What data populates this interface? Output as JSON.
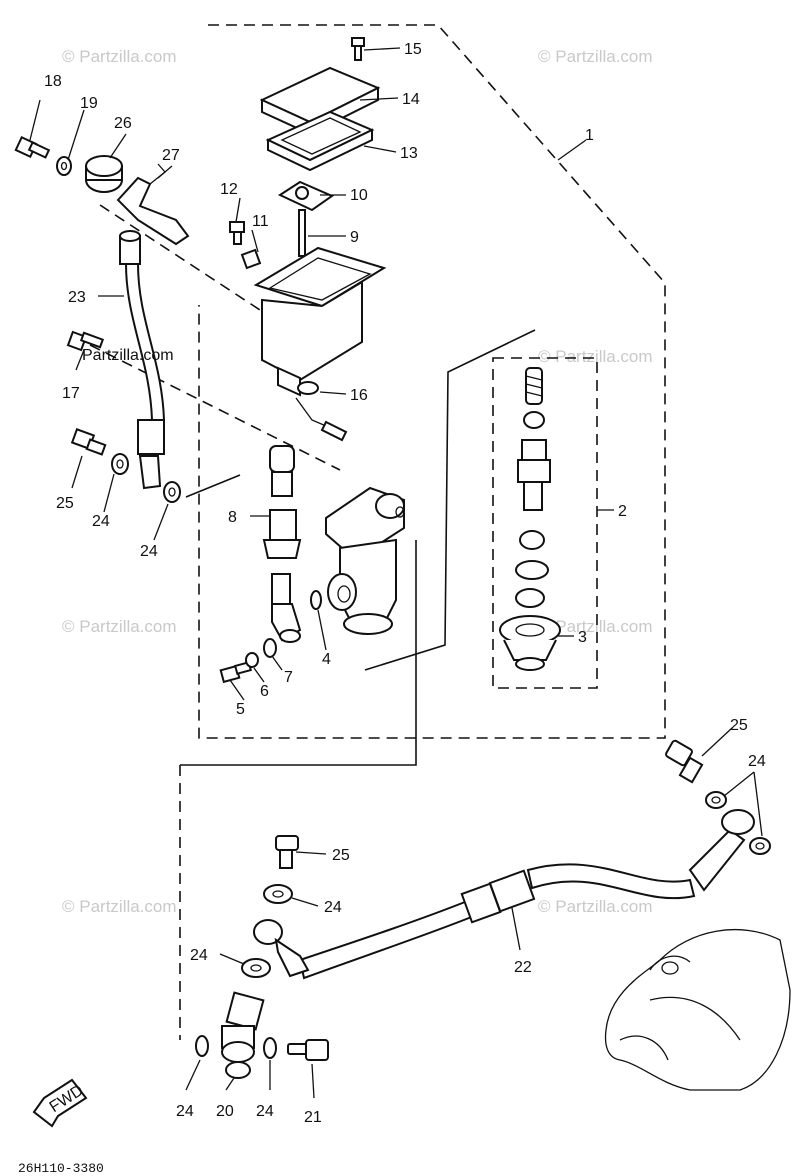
{
  "watermark": "© Partzilla.com",
  "watermark_overlay": "Partzilla.com",
  "diagram_code": "26H110-3380",
  "forward_arrow_label": "FWD",
  "callouts": {
    "c1": "1",
    "c2": "2",
    "c3": "3",
    "c4": "4",
    "c5": "5",
    "c6": "6",
    "c7": "7",
    "c8": "8",
    "c9": "9",
    "c10": "10",
    "c11": "11",
    "c12": "12",
    "c13": "13",
    "c14": "14",
    "c15": "15",
    "c16": "16",
    "c17": "17",
    "c18": "18",
    "c19": "19",
    "c20": "20",
    "c21": "21",
    "c22": "22",
    "c23": "23",
    "c24a": "24",
    "c24b": "24",
    "c24c": "24",
    "c24d": "24",
    "c24e": "24",
    "c24f": "24",
    "c24g": "24",
    "c25a": "25",
    "c25b": "25",
    "c25c": "25",
    "c26": "26",
    "c27": "27"
  }
}
